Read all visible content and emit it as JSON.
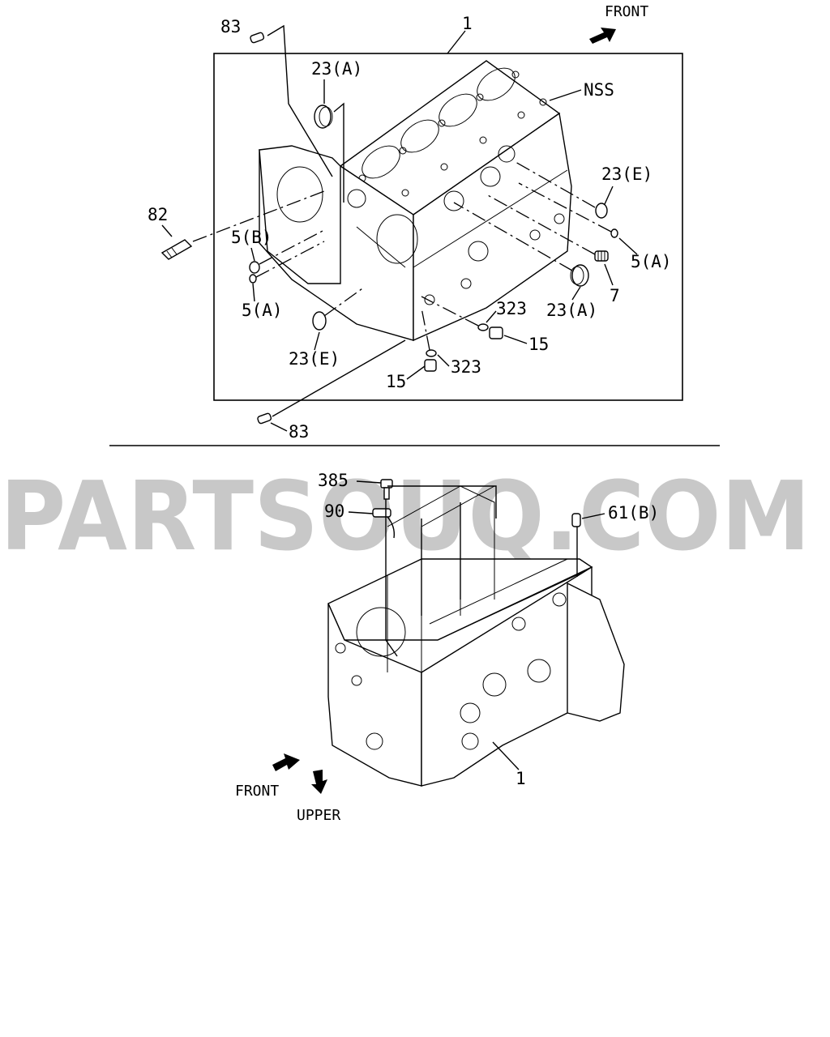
{
  "watermark": "PARTSOUQ.COM",
  "top_diagram": {
    "direction_label": "FRONT",
    "callouts": {
      "c1": "1",
      "c83_top": "83",
      "c23a_top": "23(A)",
      "nss": "NSS",
      "c82": "82",
      "c23e_right": "23(E)",
      "c5b": "5(B)",
      "c5a_left": "5(A)",
      "c5a_right": "5(A)",
      "c7": "7",
      "c23a_bottom": "23(A)",
      "c323_right": "323",
      "c15_right": "15",
      "c23e_left": "23(E)",
      "c323_bottom": "323",
      "c15_bottom": "15",
      "c83_bottom": "83"
    }
  },
  "bottom_diagram": {
    "callouts": {
      "c385": "385",
      "c90": "90",
      "c61b": "61(B)",
      "c1": "1"
    },
    "direction_front": "FRONT",
    "direction_upper": "UPPER"
  }
}
